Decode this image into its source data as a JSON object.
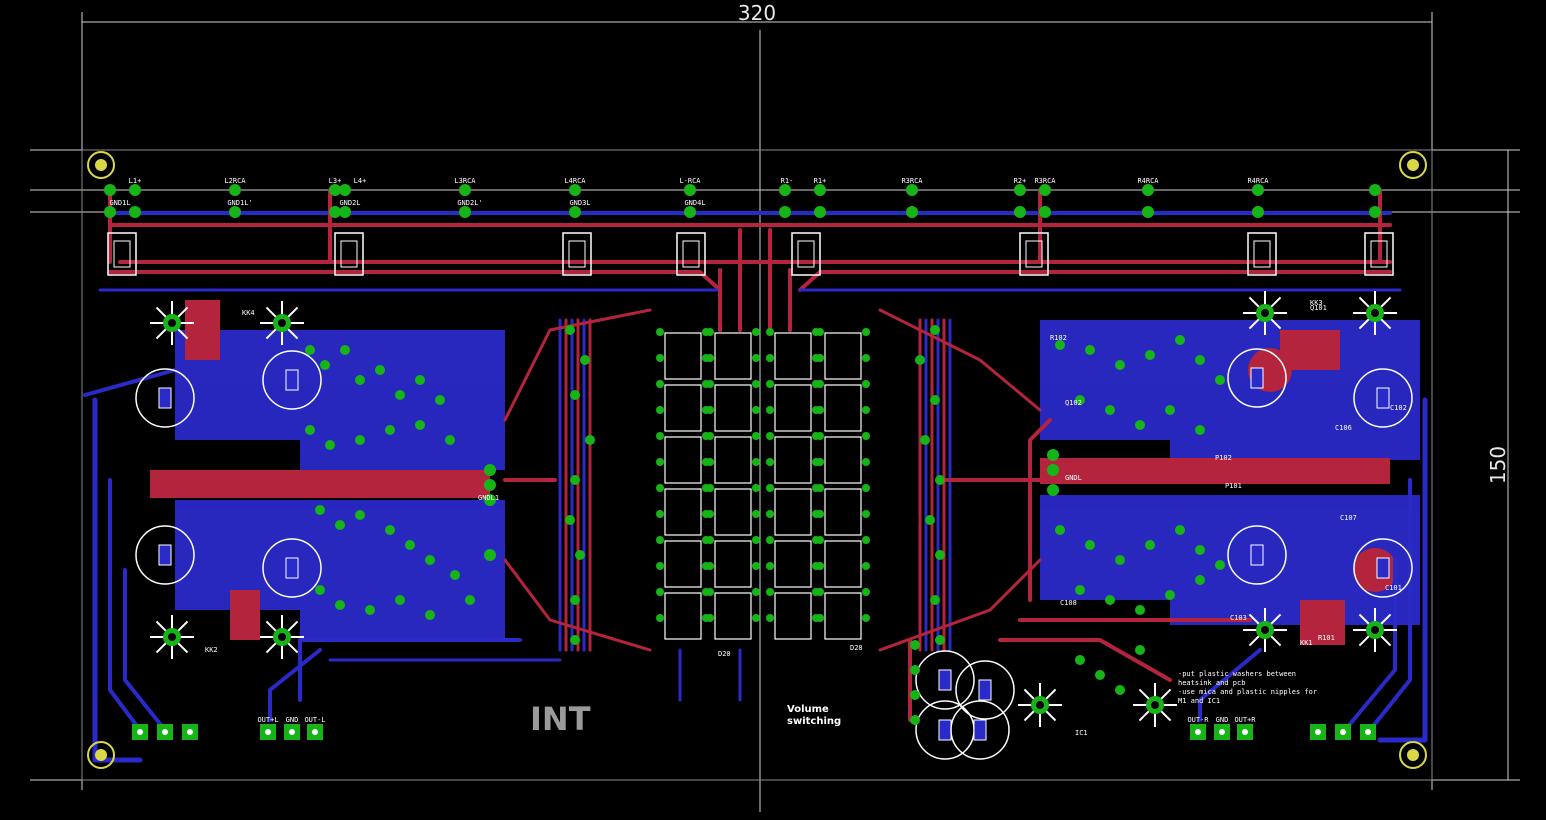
{
  "board": {
    "width_label": "320",
    "height_label": "150",
    "logo": "INT",
    "volume_label_line1": "Volume",
    "volume_label_line2": "switching",
    "notes": [
      "-put plastic washers between",
      "heatsink and pcb",
      "-use mica and plastic nipples for",
      "M1 and IC1"
    ],
    "connector_labels": {
      "top_left": [
        "L1+",
        "L2RCA",
        "L3+",
        "L4+",
        "L3RCA",
        "L4RCA",
        "L-RCA"
      ],
      "top_left_gnd": [
        "GND1L",
        "GND1L'",
        "GND2L",
        "GND2L'",
        "GND3L",
        "GND4L"
      ],
      "top_right": [
        "R1-",
        "R1+",
        "R3RCA",
        "R2+",
        "R3RCA",
        "R4RCA",
        "R4RCA"
      ],
      "bottom_left": [
        "OUT+L",
        "GND",
        "OUT-L"
      ],
      "bottom_right": [
        "OUT-R",
        "GND",
        "OUT+R"
      ],
      "keepout": [
        "KK4",
        "KK2",
        "KK3",
        "KK1"
      ],
      "misc": [
        "GNDL1",
        "GNDL",
        "D20",
        "D28",
        "IC1",
        "P101",
        "P102",
        "R101",
        "R102",
        "Q101",
        "Q102",
        "C101",
        "C102",
        "C103",
        "C106",
        "C107",
        "C108"
      ]
    }
  },
  "colors": {
    "background": "#000000",
    "top_copper": "#b4243c",
    "bottom_copper": "#2a2ac8",
    "pad": "#16b416",
    "silkscreen": "#ffffff",
    "dimension": "#e8e8e8",
    "mounting_hole": "#d8d84a"
  }
}
